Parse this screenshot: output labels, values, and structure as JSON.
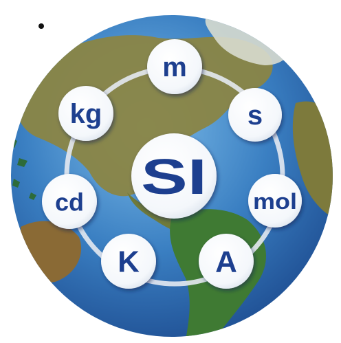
{
  "center_symbol": "SI",
  "units": [
    {
      "id": "meter",
      "symbol": "m"
    },
    {
      "id": "second",
      "symbol": "s"
    },
    {
      "id": "mole",
      "symbol": "mol"
    },
    {
      "id": "ampere",
      "symbol": "A"
    },
    {
      "id": "kelvin",
      "symbol": "K"
    },
    {
      "id": "candela",
      "symbol": "cd"
    },
    {
      "id": "kilogram",
      "symbol": "kg"
    }
  ],
  "colors": {
    "ocean": "#2e6fb6",
    "ocean_light": "#6fb0e3",
    "land": "#7d7a3c",
    "land_green": "#2f6b2e",
    "ring": "#dfe6f0",
    "text": "#1d3f8f"
  }
}
